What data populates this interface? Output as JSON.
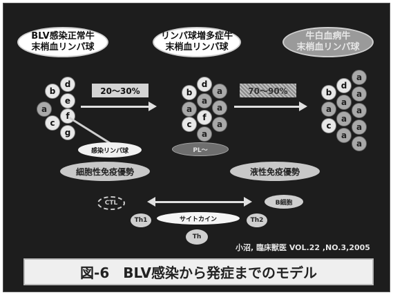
{
  "header": {
    "left": [
      "BLV感染正常牛",
      "末梢血リンパ球"
    ],
    "middle": [
      "リンパ球増多症牛",
      "末梢血リンパ球"
    ],
    "right": [
      "牛白血病牛",
      "末梢血リンパ球"
    ]
  },
  "transitions": {
    "first_label": "20～30%",
    "second_label": "70～90%"
  },
  "cells": {
    "left_letters": [
      "b",
      "d",
      "e",
      "f",
      "c",
      "g",
      "a"
    ],
    "middle_letters": [
      "b",
      "d",
      "a",
      "a",
      "a",
      "a",
      "c",
      "f",
      "a",
      "a"
    ],
    "right_letters": [
      "b",
      "d",
      "a",
      "a",
      "a",
      "a",
      "a",
      "c",
      "a",
      "a",
      "a",
      "a"
    ]
  },
  "annotations": {
    "infected_lymphocyte": "感染リンパ球",
    "pl_label": "PL〜",
    "cellular_immunity": "細胞性免疫優勢",
    "humoral_immunity": "液性免疫優勢"
  },
  "immune": {
    "ctl": "CTL",
    "th1": "Th1",
    "th2": "Th2",
    "th": "Th",
    "cytokine": "サイトカイン",
    "bcell": "B細胞"
  },
  "citation": "小沼, 臨床獣医 VOL.22 ,NO.3,2005",
  "title": "図-6　BLV感染から発症までのモデル",
  "colors": {
    "background": "#1d1d1d",
    "oval_light": "#c8c8c8",
    "oval_dark": "#9a9a9a",
    "title_box": "#efefef"
  }
}
